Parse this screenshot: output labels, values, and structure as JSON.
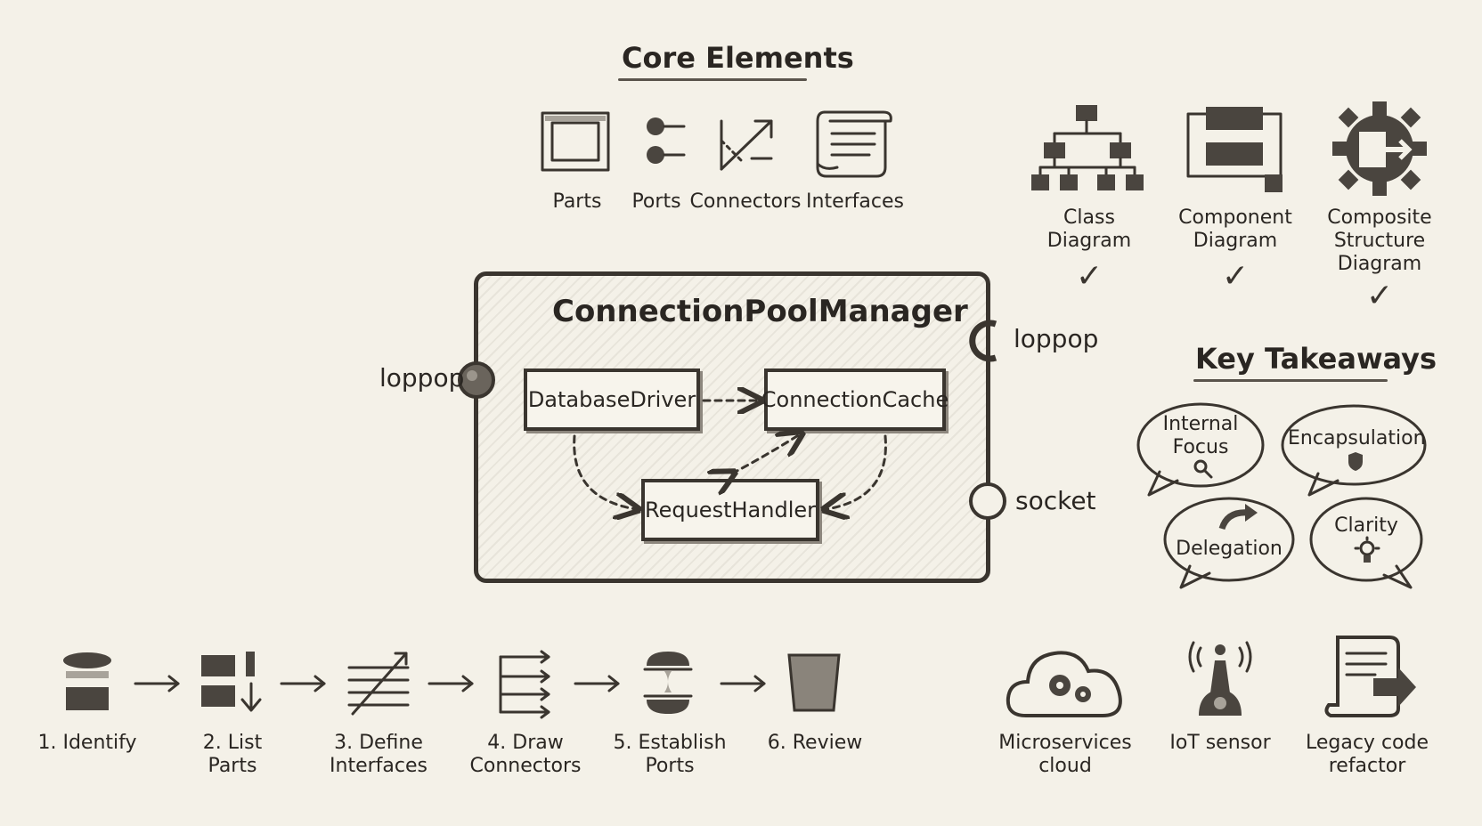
{
  "core_elements": {
    "title": "Core Elements",
    "items": [
      {
        "label": "Parts",
        "icon": "part-frame-icon"
      },
      {
        "label": "Ports",
        "icon": "port-pins-icon"
      },
      {
        "label": "Connectors",
        "icon": "connector-arrow-icon"
      },
      {
        "label": "Interfaces",
        "icon": "scroll-icon"
      }
    ]
  },
  "diagram_types": [
    {
      "label": "Class Diagram",
      "line1": "Class",
      "line2": "Diagram",
      "line3": "",
      "checked": true,
      "icon": "class-tree-icon"
    },
    {
      "label": "Component Diagram",
      "line1": "Component",
      "line2": "Diagram",
      "line3": "",
      "checked": true,
      "icon": "component-boxes-icon"
    },
    {
      "label": "Composite Structure Diagram",
      "line1": "Composite",
      "line2": "Structure",
      "line3": "Diagram",
      "checked": true,
      "icon": "gear-icon"
    }
  ],
  "check_mark": "✓",
  "composite": {
    "name": "ConnectionPoolManager",
    "parts": {
      "driver": "DatabaseDriver",
      "cache": "ConnectionCache",
      "handler": "RequestHandler"
    },
    "ports": {
      "left": "loppop",
      "right_top": "loppop",
      "right_bottom": "socket"
    }
  },
  "key_takeaways": {
    "title": "Key Takeaways",
    "items": [
      {
        "line1": "Internal",
        "line2": "Focus",
        "icon": "magnifier-icon"
      },
      {
        "line1": "Encapsulation",
        "line2": "",
        "icon": "shield-icon"
      },
      {
        "line1": "Delegation",
        "line2": "",
        "icon": "curved-arrow-icon"
      },
      {
        "line1": "Clarity",
        "line2": "",
        "icon": "lightbulb-icon"
      }
    ]
  },
  "steps": [
    {
      "line1": "1. Identify",
      "line2": "",
      "icon": "disc-stack-icon"
    },
    {
      "line1": "2. List",
      "line2": "Parts",
      "icon": "list-parts-icon"
    },
    {
      "line1": "3. Define",
      "line2": "Interfaces",
      "icon": "define-lines-icon"
    },
    {
      "line1": "4. Draw",
      "line2": "Connectors",
      "icon": "draw-connectors-icon"
    },
    {
      "line1": "5. Establish",
      "line2": "Ports",
      "icon": "hourglass-icon"
    },
    {
      "line1": "6. Review",
      "line2": "",
      "icon": "bin-icon"
    }
  ],
  "use_cases": [
    {
      "line1": "Microservices",
      "line2": "cloud",
      "icon": "cloud-gears-icon"
    },
    {
      "line1": "IoT sensor",
      "line2": "",
      "icon": "antenna-sensor-icon"
    },
    {
      "line1": "Legacy code",
      "line2": "refactor",
      "icon": "scroll-arrow-icon"
    }
  ]
}
